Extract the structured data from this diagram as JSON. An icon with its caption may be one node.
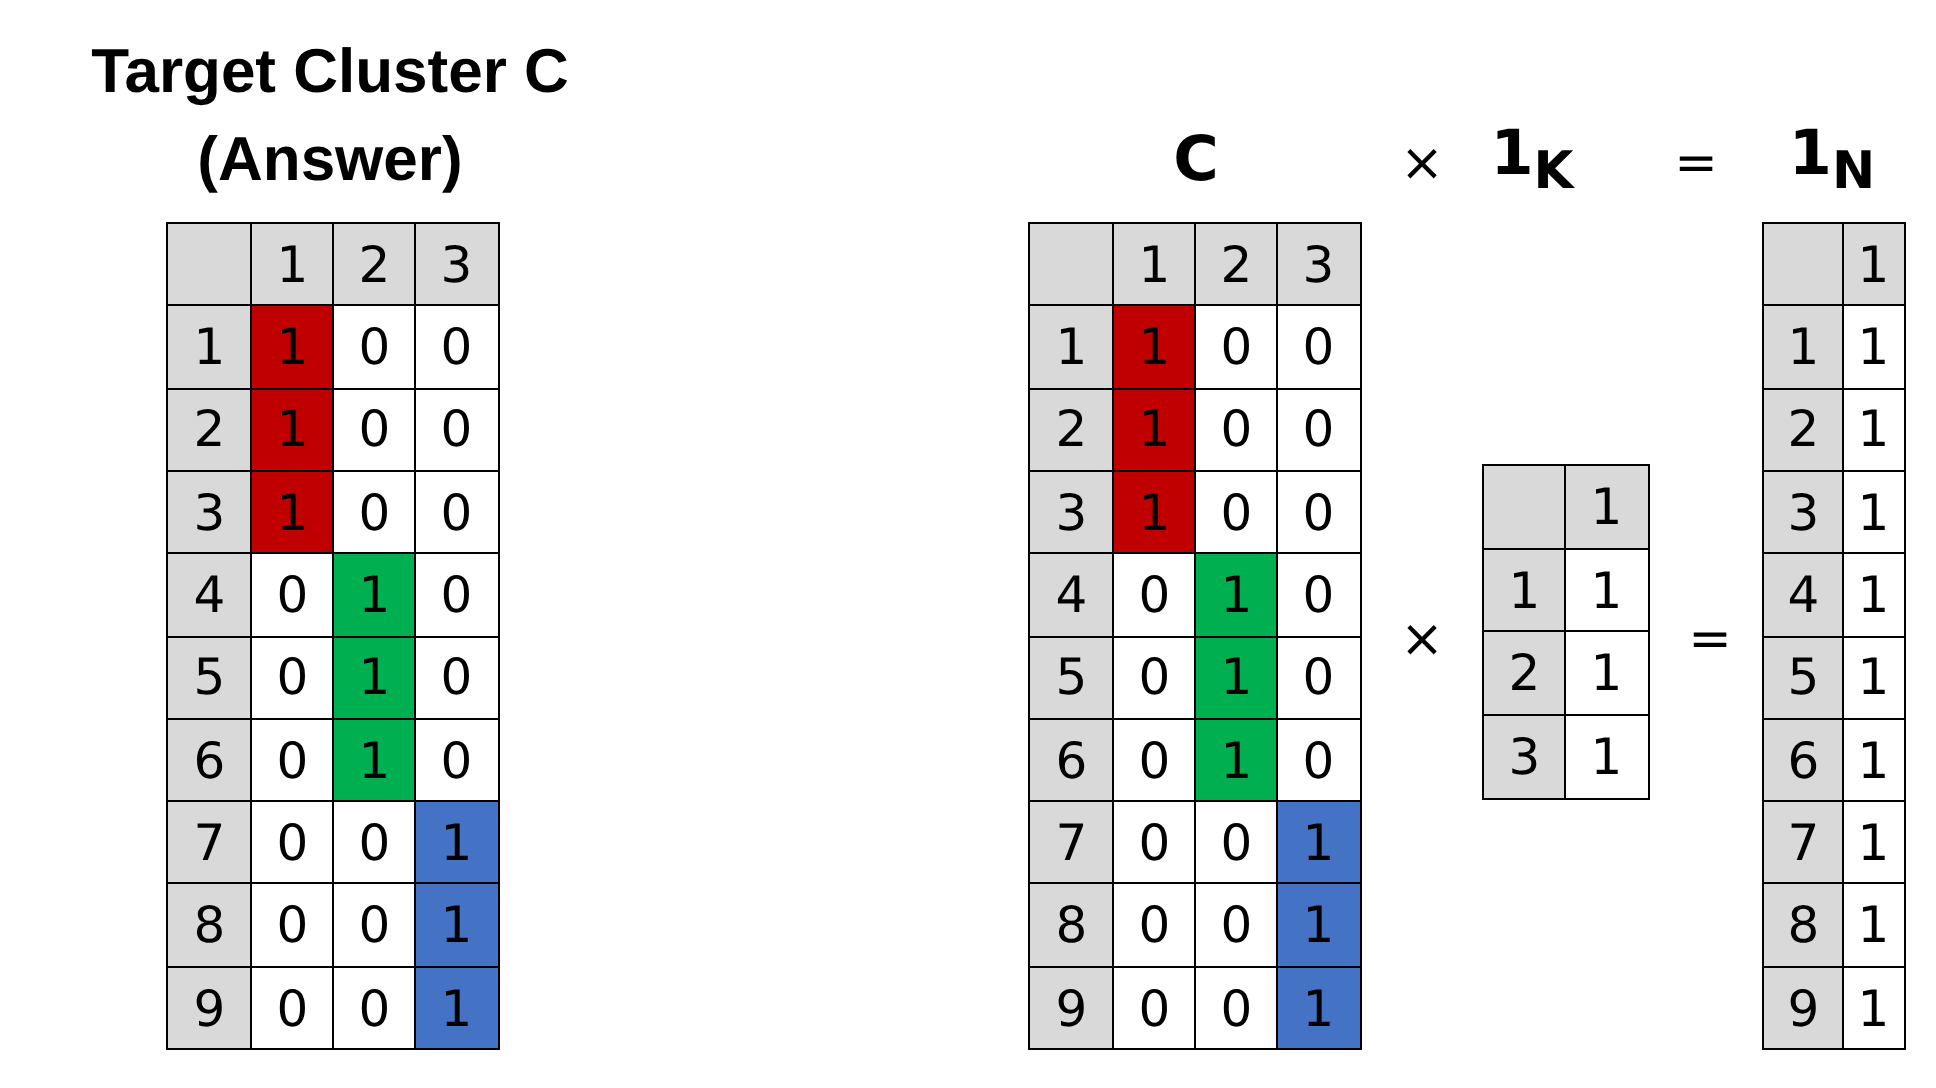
{
  "diagram": {
    "title": "Target Cluster C (Answer)",
    "labels": [
      "1",
      "2",
      "3",
      "1",
      "1",
      "0",
      "0",
      "2",
      "1",
      "0",
      "0",
      "3",
      "1",
      "0",
      "0",
      "4",
      "0",
      "1",
      "0",
      "5",
      "0",
      "1",
      "0",
      "6",
      "0",
      "1",
      "0",
      "7",
      "0",
      "0",
      "1",
      "8",
      "0",
      "0",
      "1",
      "9",
      "0",
      "0",
      "1",
      "C",
      "×",
      "1$_{K}$",
      "=",
      "1$_{N}$",
      "1",
      "2",
      "3",
      "1",
      "1",
      "0",
      "0",
      "2",
      "1",
      "0",
      "0",
      "3",
      "1",
      "0",
      "0",
      "4",
      "0",
      "1",
      "0",
      "5",
      "0",
      "1",
      "0",
      "6",
      "0",
      "1",
      "0",
      "7",
      "0",
      "0",
      "1",
      "8",
      "0",
      "0",
      "1",
      "9",
      "0",
      "0",
      "1",
      "×",
      "1",
      "1",
      "1",
      "2",
      "1",
      "3",
      "1",
      "=",
      "1",
      "1",
      "1",
      "2",
      "1",
      "3",
      "1",
      "4",
      "1",
      "5",
      "1",
      "6",
      "1",
      "7",
      "1",
      "8",
      "1",
      "9",
      "1"
    ]
  }
}
